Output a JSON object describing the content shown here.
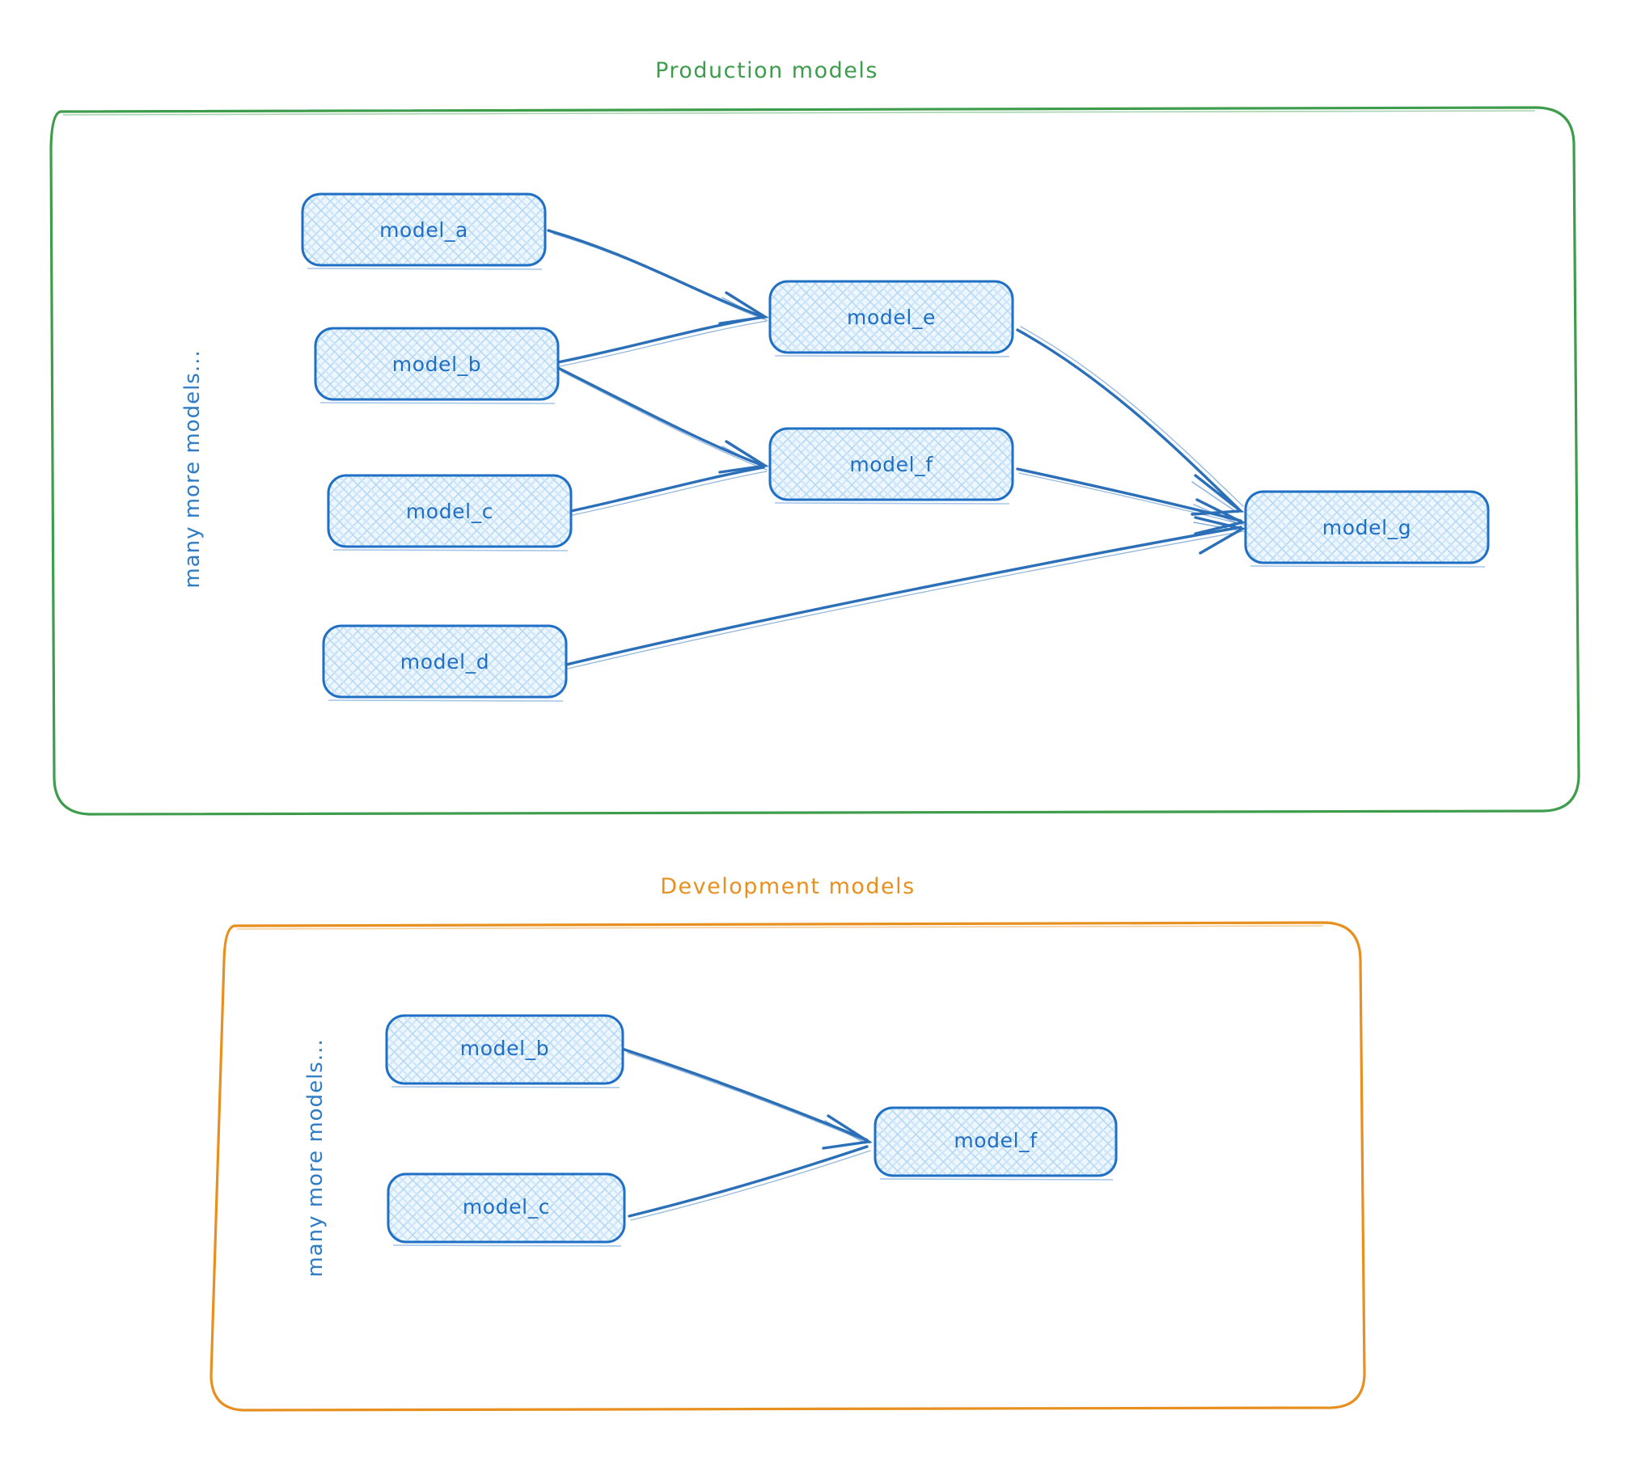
{
  "diagram": {
    "type": "model-lineage-dag",
    "background": "#ffffff",
    "groups": [
      {
        "id": "production",
        "title": "Production models",
        "title_color": "#3e9d4c",
        "border_color": "#3e9d4c",
        "side_note": "many more models...",
        "side_note_color": "#2f7cc4",
        "nodes": [
          {
            "id": "prod_a",
            "label": "model_a"
          },
          {
            "id": "prod_b",
            "label": "model_b"
          },
          {
            "id": "prod_c",
            "label": "model_c"
          },
          {
            "id": "prod_d",
            "label": "model_d"
          },
          {
            "id": "prod_e",
            "label": "model_e"
          },
          {
            "id": "prod_f",
            "label": "model_f"
          },
          {
            "id": "prod_g",
            "label": "model_g"
          }
        ],
        "edges": [
          {
            "from": "model_a",
            "to": "model_e"
          },
          {
            "from": "model_b",
            "to": "model_e"
          },
          {
            "from": "model_b",
            "to": "model_f"
          },
          {
            "from": "model_c",
            "to": "model_f"
          },
          {
            "from": "model_e",
            "to": "model_g"
          },
          {
            "from": "model_f",
            "to": "model_g"
          },
          {
            "from": "model_d",
            "to": "model_g"
          }
        ]
      },
      {
        "id": "development",
        "title": "Development models",
        "title_color": "#e8901f",
        "border_color": "#e8901f",
        "side_note": "many more models...",
        "side_note_color": "#2f7cc4",
        "nodes": [
          {
            "id": "dev_b",
            "label": "model_b"
          },
          {
            "id": "dev_c",
            "label": "model_c"
          },
          {
            "id": "dev_f",
            "label": "model_f"
          }
        ],
        "edges": [
          {
            "from": "model_b",
            "to": "model_f"
          },
          {
            "from": "model_c",
            "to": "model_f"
          }
        ]
      }
    ],
    "node_style": {
      "fill": "#eaf4fd",
      "hatch": "#9ecbf0",
      "stroke": "#1f6fc4",
      "text": "#1f6fc4"
    },
    "edge_style": {
      "stroke": "#2a6fb8",
      "arrowhead": "open"
    }
  }
}
